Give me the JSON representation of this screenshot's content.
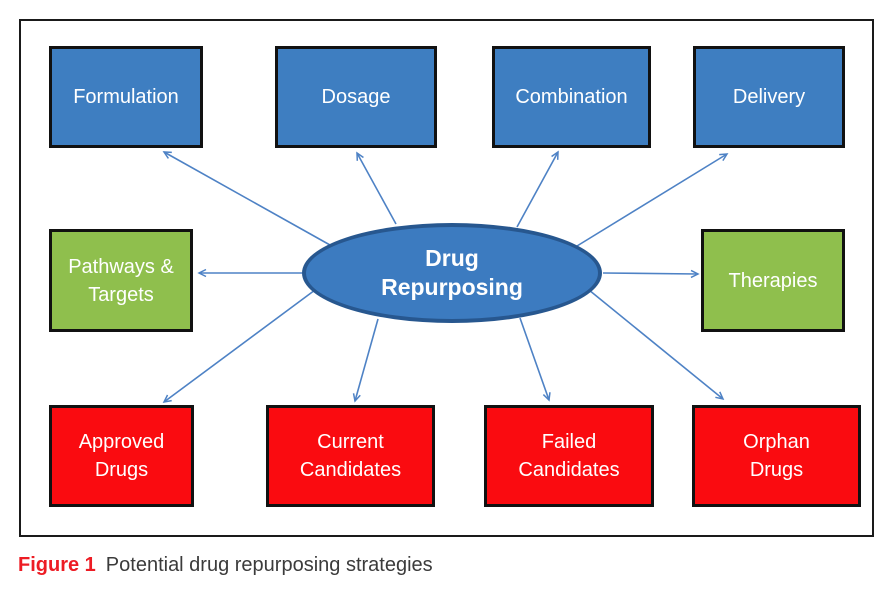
{
  "colors": {
    "box-blue": "#3E7EC1",
    "box-green": "#8FBF4D",
    "box-red": "#FA0B10",
    "box-border": "#111111",
    "ellipse-fill": "#3C7BC0",
    "ellipse-stroke": "#27578F",
    "arrow": "#4E82C5",
    "frame-border": "#1A1A1A",
    "caption-label-color": "#ED1C24",
    "caption-text-color": "#3B3B3B",
    "node-text": "#FFFFFF"
  },
  "center": {
    "label": "Drug\nRepurposing"
  },
  "nodes": [
    {
      "label": "Formulation",
      "type": "blue"
    },
    {
      "label": "Dosage",
      "type": "blue"
    },
    {
      "label": "Combination",
      "type": "blue"
    },
    {
      "label": "Delivery",
      "type": "blue"
    },
    {
      "label": "Pathways &\nTargets",
      "type": "green"
    },
    {
      "label": "Therapies",
      "type": "green"
    },
    {
      "label": "Approved\nDrugs",
      "type": "red"
    },
    {
      "label": "Current\nCandidates",
      "type": "red"
    },
    {
      "label": "Failed\nCandidates",
      "type": "red"
    },
    {
      "label": "Orphan\nDrugs",
      "type": "red"
    }
  ],
  "caption": {
    "label": "Figure 1",
    "text": "Potential drug repurposing strategies"
  }
}
